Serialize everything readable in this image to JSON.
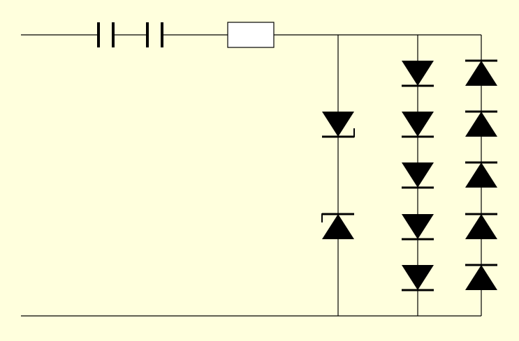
{
  "colors": {
    "background": "#FFFFDD",
    "wire": "#000000",
    "component_fill": "#000000",
    "resistor_fill": "#FFFFFF"
  },
  "components": {
    "capacitors": [
      "capacitor",
      "capacitor"
    ],
    "resistor": "resistor",
    "zener_branch": [
      "zener-diode-down",
      "zener-diode-up"
    ],
    "led_string_down": [
      "diode-down",
      "diode-down",
      "diode-down",
      "diode-down",
      "diode-down"
    ],
    "led_string_up": [
      "diode-up",
      "diode-up",
      "diode-up",
      "diode-up",
      "diode-up"
    ]
  }
}
